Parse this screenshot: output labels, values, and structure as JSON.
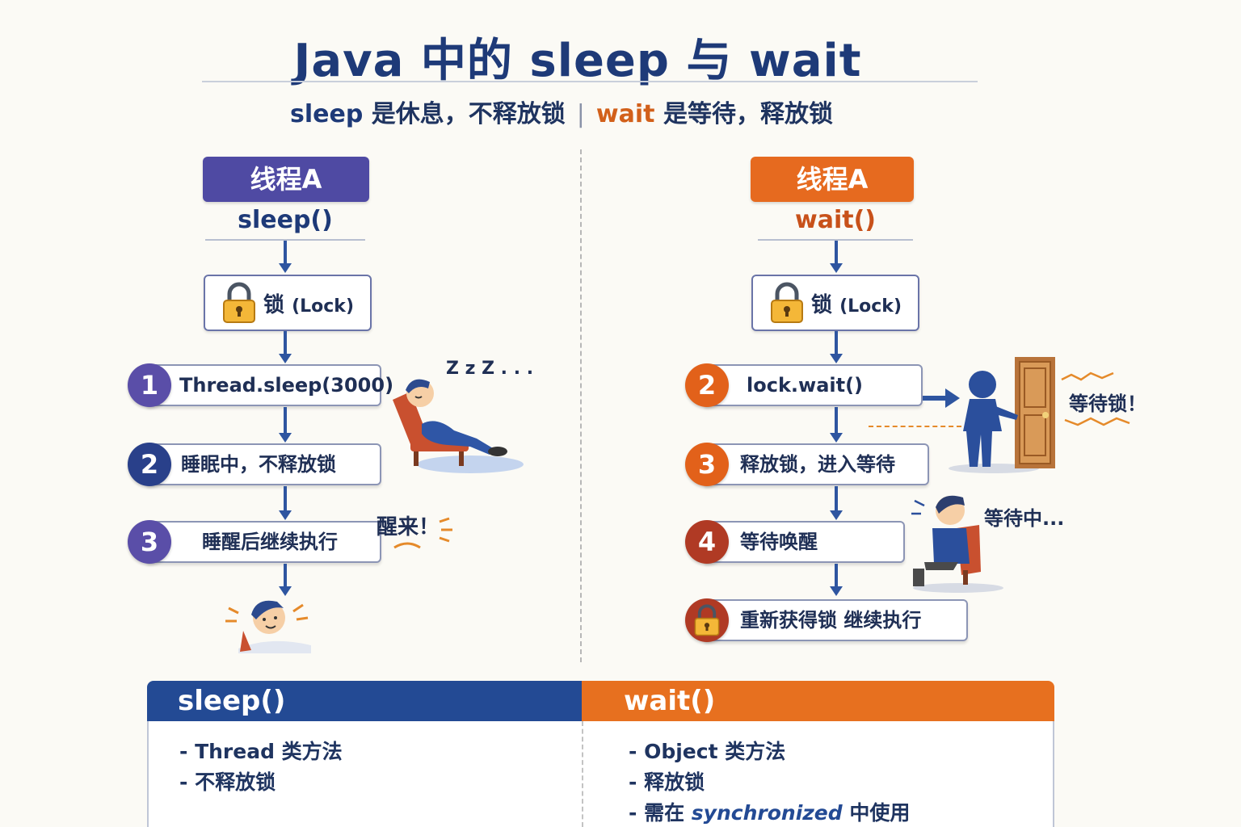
{
  "title": "Java 中的 sleep 与 wait",
  "subtitle": {
    "sleep_kw": "sleep",
    "sleep_text": " 是休息，不释放锁",
    "separator": "|",
    "wait_kw": "wait",
    "wait_text": " 是等待，释放锁"
  },
  "left": {
    "thread": "线程A",
    "method": "sleep()",
    "lock_label": "锁",
    "lock_en": "(Lock)",
    "steps": [
      {
        "num": "1",
        "text": "Thread.sleep(3000)"
      },
      {
        "num": "2",
        "text": "睡眠中，不释放锁"
      },
      {
        "num": "3",
        "text": "睡醒后继续执行"
      }
    ],
    "zzz": "Z z Z . . .",
    "wake_note": "醒来！"
  },
  "right": {
    "thread": "线程A",
    "method": "wait()",
    "lock_label": "锁",
    "lock_en": "(Lock)",
    "steps": [
      {
        "num": "2",
        "text": "lock.wait()"
      },
      {
        "num": "3",
        "text": "释放锁，进入等待"
      },
      {
        "num": "4",
        "text": "等待唤醒"
      },
      {
        "num": "",
        "text": "重新获得锁  继续执行"
      }
    ],
    "door_note": "等待锁！",
    "waiting_note": "等待中..."
  },
  "comparison": {
    "sleep": {
      "header": "sleep()",
      "items": [
        "- Thread 类方法",
        "- 不释放锁"
      ]
    },
    "wait": {
      "header": "wait()",
      "items": [
        "- Object 类方法",
        "- 释放锁"
      ],
      "item3_prefix": "- 需在 ",
      "item3_kw": "synchronized",
      "item3_suffix": " 中使用"
    }
  },
  "colors": {
    "navy": "#1e3a78",
    "purple": "#4f4aa3",
    "orange": "#e66a1f",
    "red": "#b03a24",
    "arrow": "#2e55a0"
  }
}
